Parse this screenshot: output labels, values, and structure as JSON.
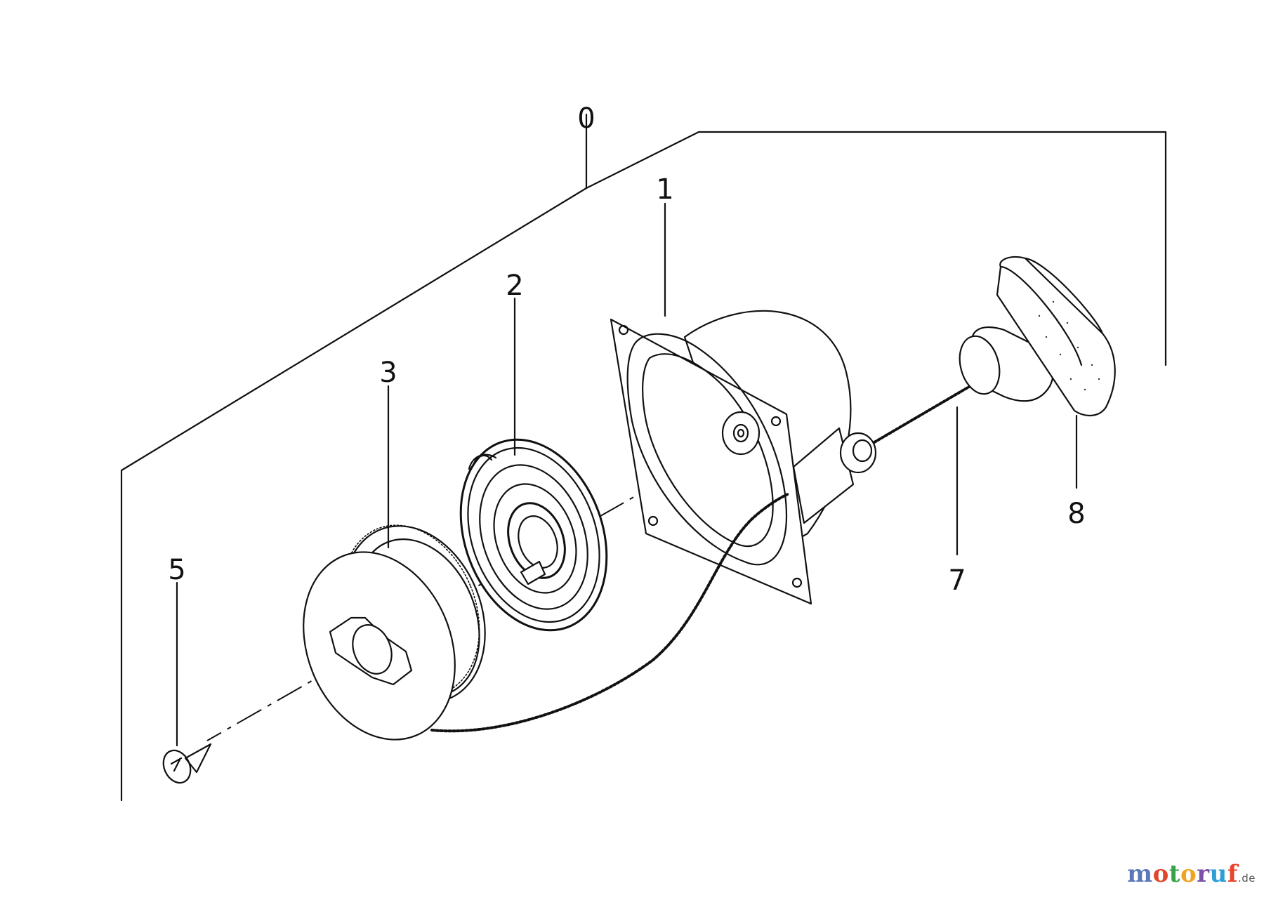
{
  "callouts": [
    {
      "id": "0",
      "label": "0"
    },
    {
      "id": "1",
      "label": "1"
    },
    {
      "id": "2",
      "label": "2"
    },
    {
      "id": "3",
      "label": "3"
    },
    {
      "id": "5",
      "label": "5"
    },
    {
      "id": "7",
      "label": "7"
    },
    {
      "id": "8",
      "label": "8"
    }
  ],
  "watermark": {
    "letters": [
      "m",
      "o",
      "t",
      "o",
      "r",
      "u",
      "f"
    ],
    "letter_colors": [
      "#5b79b8",
      "#e0462b",
      "#3aa14b",
      "#f0a321",
      "#7b52a6",
      "#2c9fd6",
      "#e8452c"
    ],
    "suffix": ".de"
  }
}
